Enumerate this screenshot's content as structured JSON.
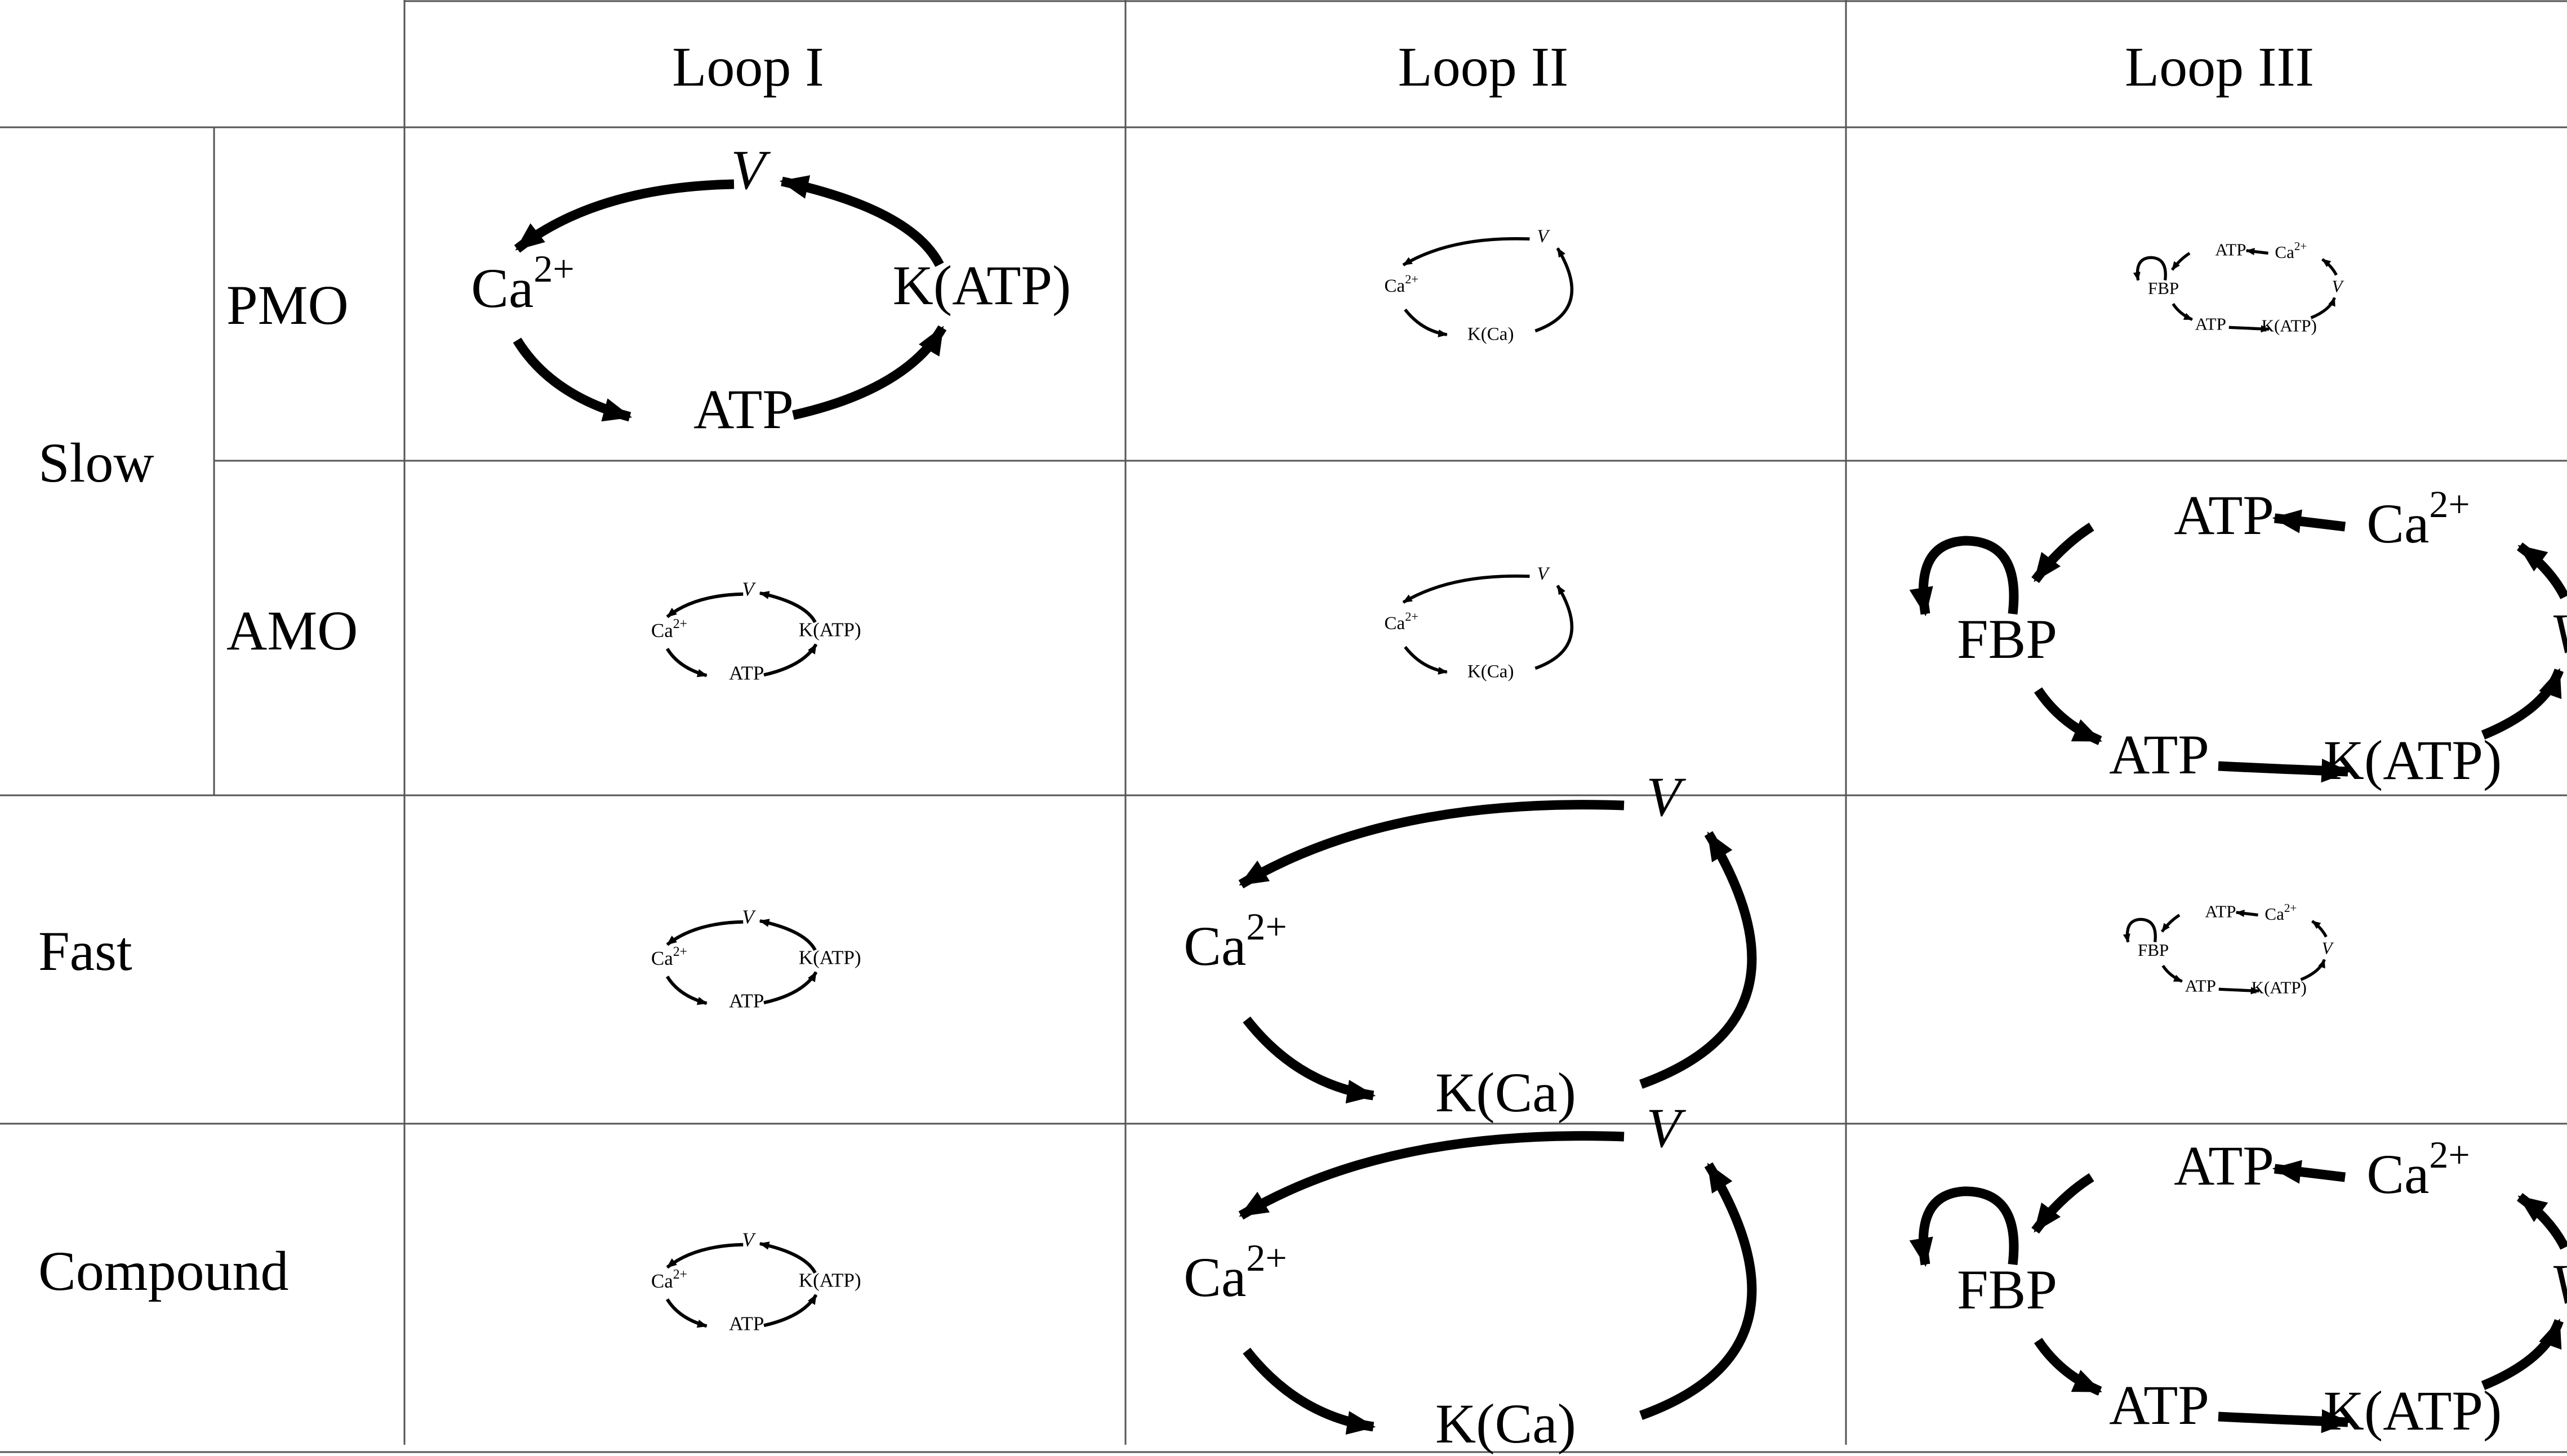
{
  "columns": {
    "loop1": "Loop I",
    "loop2": "Loop II",
    "loop3": "Loop III"
  },
  "rows": {
    "slow": "Slow",
    "pmo": "PMO",
    "amo": "AMO",
    "fast": "Fast",
    "compound": "Compound"
  },
  "nodes": {
    "v": "V",
    "ca": "Ca",
    "ca_sup": "2+",
    "atp": "ATP",
    "katp": "K(ATP)",
    "kca": "K(Ca)",
    "fbp": "FBP"
  },
  "cells": [
    {
      "row": "pmo",
      "loop": "loop1",
      "strength": "large"
    },
    {
      "row": "pmo",
      "loop": "loop2",
      "strength": "small"
    },
    {
      "row": "pmo",
      "loop": "loop3",
      "strength": "small"
    },
    {
      "row": "amo",
      "loop": "loop1",
      "strength": "small"
    },
    {
      "row": "amo",
      "loop": "loop2",
      "strength": "small"
    },
    {
      "row": "amo",
      "loop": "loop3",
      "strength": "large"
    },
    {
      "row": "fast",
      "loop": "loop1",
      "strength": "small"
    },
    {
      "row": "fast",
      "loop": "loop2",
      "strength": "large"
    },
    {
      "row": "fast",
      "loop": "loop3",
      "strength": "small"
    },
    {
      "row": "compound",
      "loop": "loop1",
      "strength": "small"
    },
    {
      "row": "compound",
      "loop": "loop2",
      "strength": "large"
    },
    {
      "row": "compound",
      "loop": "loop3",
      "strength": "large"
    }
  ],
  "loops": {
    "loop1": [
      {
        "from": "ca",
        "to": "atp"
      },
      {
        "from": "atp",
        "to": "katp"
      },
      {
        "from": "katp",
        "to": "v"
      },
      {
        "from": "v",
        "to": "ca"
      }
    ],
    "loop2": [
      {
        "from": "ca",
        "to": "kca"
      },
      {
        "from": "kca",
        "to": "v"
      },
      {
        "from": "v",
        "to": "ca"
      }
    ],
    "loop3": [
      {
        "from": "ca",
        "to": "atp"
      },
      {
        "from": "atp",
        "to": "fbp"
      },
      {
        "from": "fbp",
        "to": "fbp"
      },
      {
        "from": "fbp",
        "to": "atp"
      },
      {
        "from": "atp",
        "to": "katp"
      },
      {
        "from": "katp",
        "to": "v"
      },
      {
        "from": "v",
        "to": "ca"
      }
    ]
  },
  "colors": {
    "ink": "#000000",
    "grid": "#555555",
    "background": "#ffffff"
  }
}
